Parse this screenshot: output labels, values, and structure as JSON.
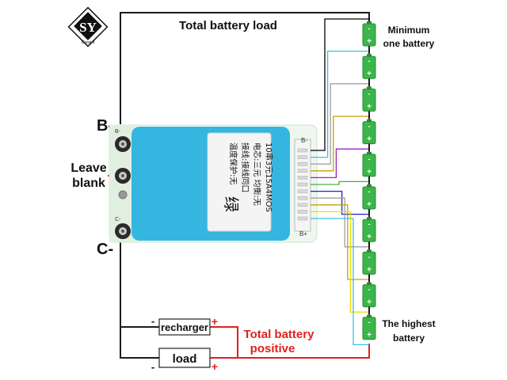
{
  "logo": {
    "monogram": "SY",
    "tagline": "Great It"
  },
  "labels": {
    "total_load": "Total battery load",
    "minimum_line1": "Minimum",
    "minimum_line2": "one battery",
    "highest_line1": "The highest",
    "highest_line2": "battery",
    "b_minus": "B-",
    "c_minus": "C-",
    "leave_line1": "Leave",
    "leave_line2": "blank",
    "recharger": "recharger",
    "load": "load",
    "total_positive_line1": "Total battery",
    "total_positive_line2": "positive",
    "plus": "+",
    "minus": "-"
  },
  "board": {
    "label_lines": [
      "10串3元15A4MOS",
      "电芯:三元 均衡:无",
      "接线:接线同口",
      "温度保护:无"
    ],
    "color_mark": "绿",
    "pin_b_minus": "B-",
    "pin_c_minus": "C-",
    "pin_b_plus": "B+",
    "pin_b_minus_connector": "B-"
  },
  "battery_count": 10,
  "colors": {
    "wire_black": "#1a1a1a",
    "wire_red": "#e02020",
    "battery_green": "#3cb54a",
    "board_blue": "#35b6e0",
    "pcb_green": "#e9f5e9",
    "taps": [
      "#000000",
      "#40c0e0",
      "#a0a0a0",
      "#c8a000",
      "#a020c0",
      "#40b040",
      "#2020c0",
      "#a0a0a0",
      "#c8a000",
      "#e8e000",
      "#40c0e0",
      "#e02020"
    ]
  }
}
